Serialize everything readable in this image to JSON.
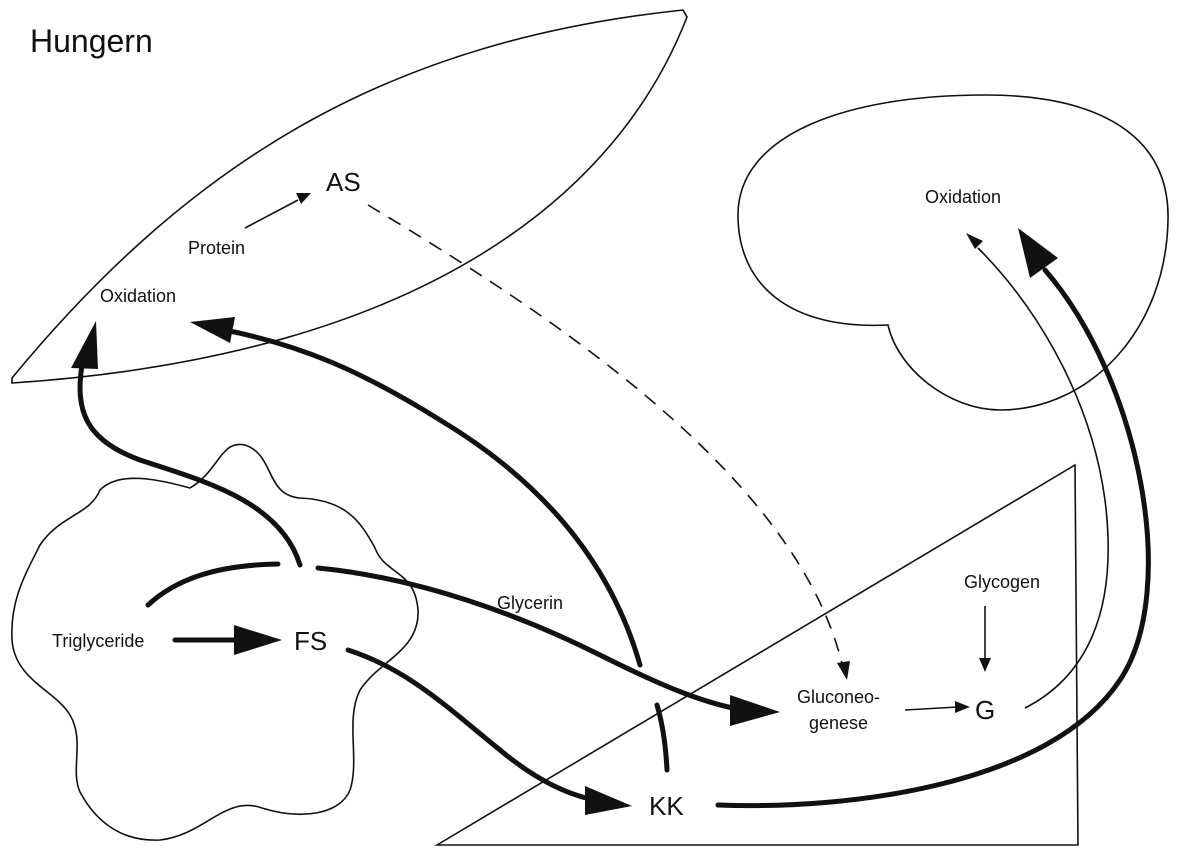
{
  "title": "Hungern",
  "muscle": {
    "amino_acids": "AS",
    "protein": "Protein",
    "oxidation": "Oxidation"
  },
  "brain": {
    "oxidation": "Oxidation"
  },
  "adipose": {
    "triglyceride": "Triglyceride",
    "fatty_acids": "FS"
  },
  "liver": {
    "glycerin": "Glycerin",
    "glycogen": "Glycogen",
    "gluconeogenesis_line1": "Gluconeo-",
    "gluconeogenesis_line2": "genese",
    "glucose": "G",
    "ketone_bodies": "KK"
  },
  "colors": {
    "ink": "#111111",
    "background": "#ffffff"
  }
}
